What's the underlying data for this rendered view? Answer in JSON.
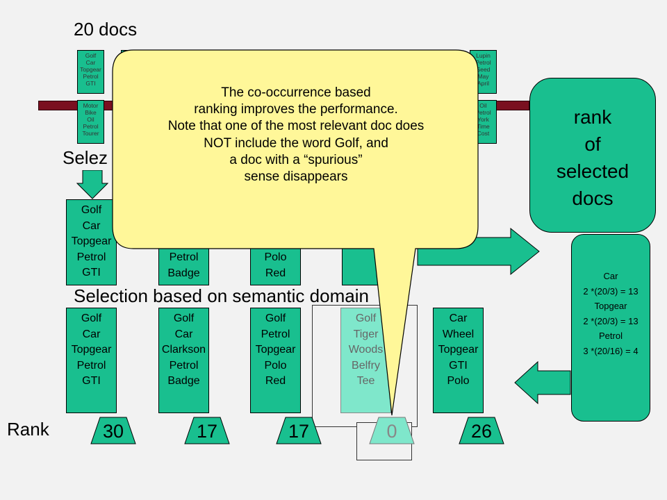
{
  "heading": "20 docs",
  "partial_label": "Selez",
  "semantic_label": "Selection based on semantic domain",
  "rank_label": "Rank",
  "top_docs": [
    {
      "words": [
        "Golf",
        "Car",
        "Topgear",
        "Petrol",
        "GTI"
      ]
    },
    {
      "words": [
        "Lupin",
        "Petrol",
        "Seed",
        "May",
        "April"
      ]
    }
  ],
  "bottom_docs": [
    {
      "words": [
        "Motor",
        "Bike",
        "Oil",
        "Petrol",
        "Tourer"
      ]
    },
    {
      "words": [
        "Oil",
        "Petrol",
        "York",
        "Time",
        "Cost"
      ]
    }
  ],
  "middle_docs": [
    {
      "words": [
        "Golf",
        "Car",
        "Topgear",
        "Petrol",
        "GTI"
      ]
    },
    {
      "words": [
        "Petrol",
        "Badge"
      ]
    },
    {
      "words": [
        "Polo",
        "Red"
      ]
    }
  ],
  "semantic_docs": [
    {
      "words": [
        "Golf",
        "Car",
        "Topgear",
        "Petrol",
        "GTI"
      ],
      "rank": "30"
    },
    {
      "words": [
        "Golf",
        "Car",
        "Clarkson",
        "Petrol",
        "Badge"
      ],
      "rank": "17"
    },
    {
      "words": [
        "Golf",
        "Petrol",
        "Topgear",
        "Polo",
        "Red"
      ],
      "rank": "17"
    },
    {
      "words": [
        "Golf",
        "Tiger",
        "Woods",
        "Belfry",
        "Tee"
      ],
      "rank": "0"
    },
    {
      "words": [
        "Car",
        "Wheel",
        "Topgear",
        "GTI",
        "Polo"
      ],
      "rank": "26"
    }
  ],
  "rank_box_lines": [
    "rank",
    "of",
    "selected",
    "docs"
  ],
  "score_lines": [
    "Car",
    "2 *(20/3) = 13",
    "Topgear",
    "2 *(20/3) = 13",
    "Petrol",
    "3 *(20/16) = 4"
  ],
  "callout_lines": [
    "The co-occurrence based",
    "ranking improves the performance.",
    "Note that one of the most relevant doc does",
    "NOT include the word Golf, and",
    "a doc with a “spurious”",
    "sense disappears"
  ],
  "colors": {
    "doc_fill": "#19bf8f",
    "doc_faded": "#7fe7cb",
    "bar": "#7a1020",
    "callout": "#fff799",
    "background": "#f2f2f2"
  }
}
